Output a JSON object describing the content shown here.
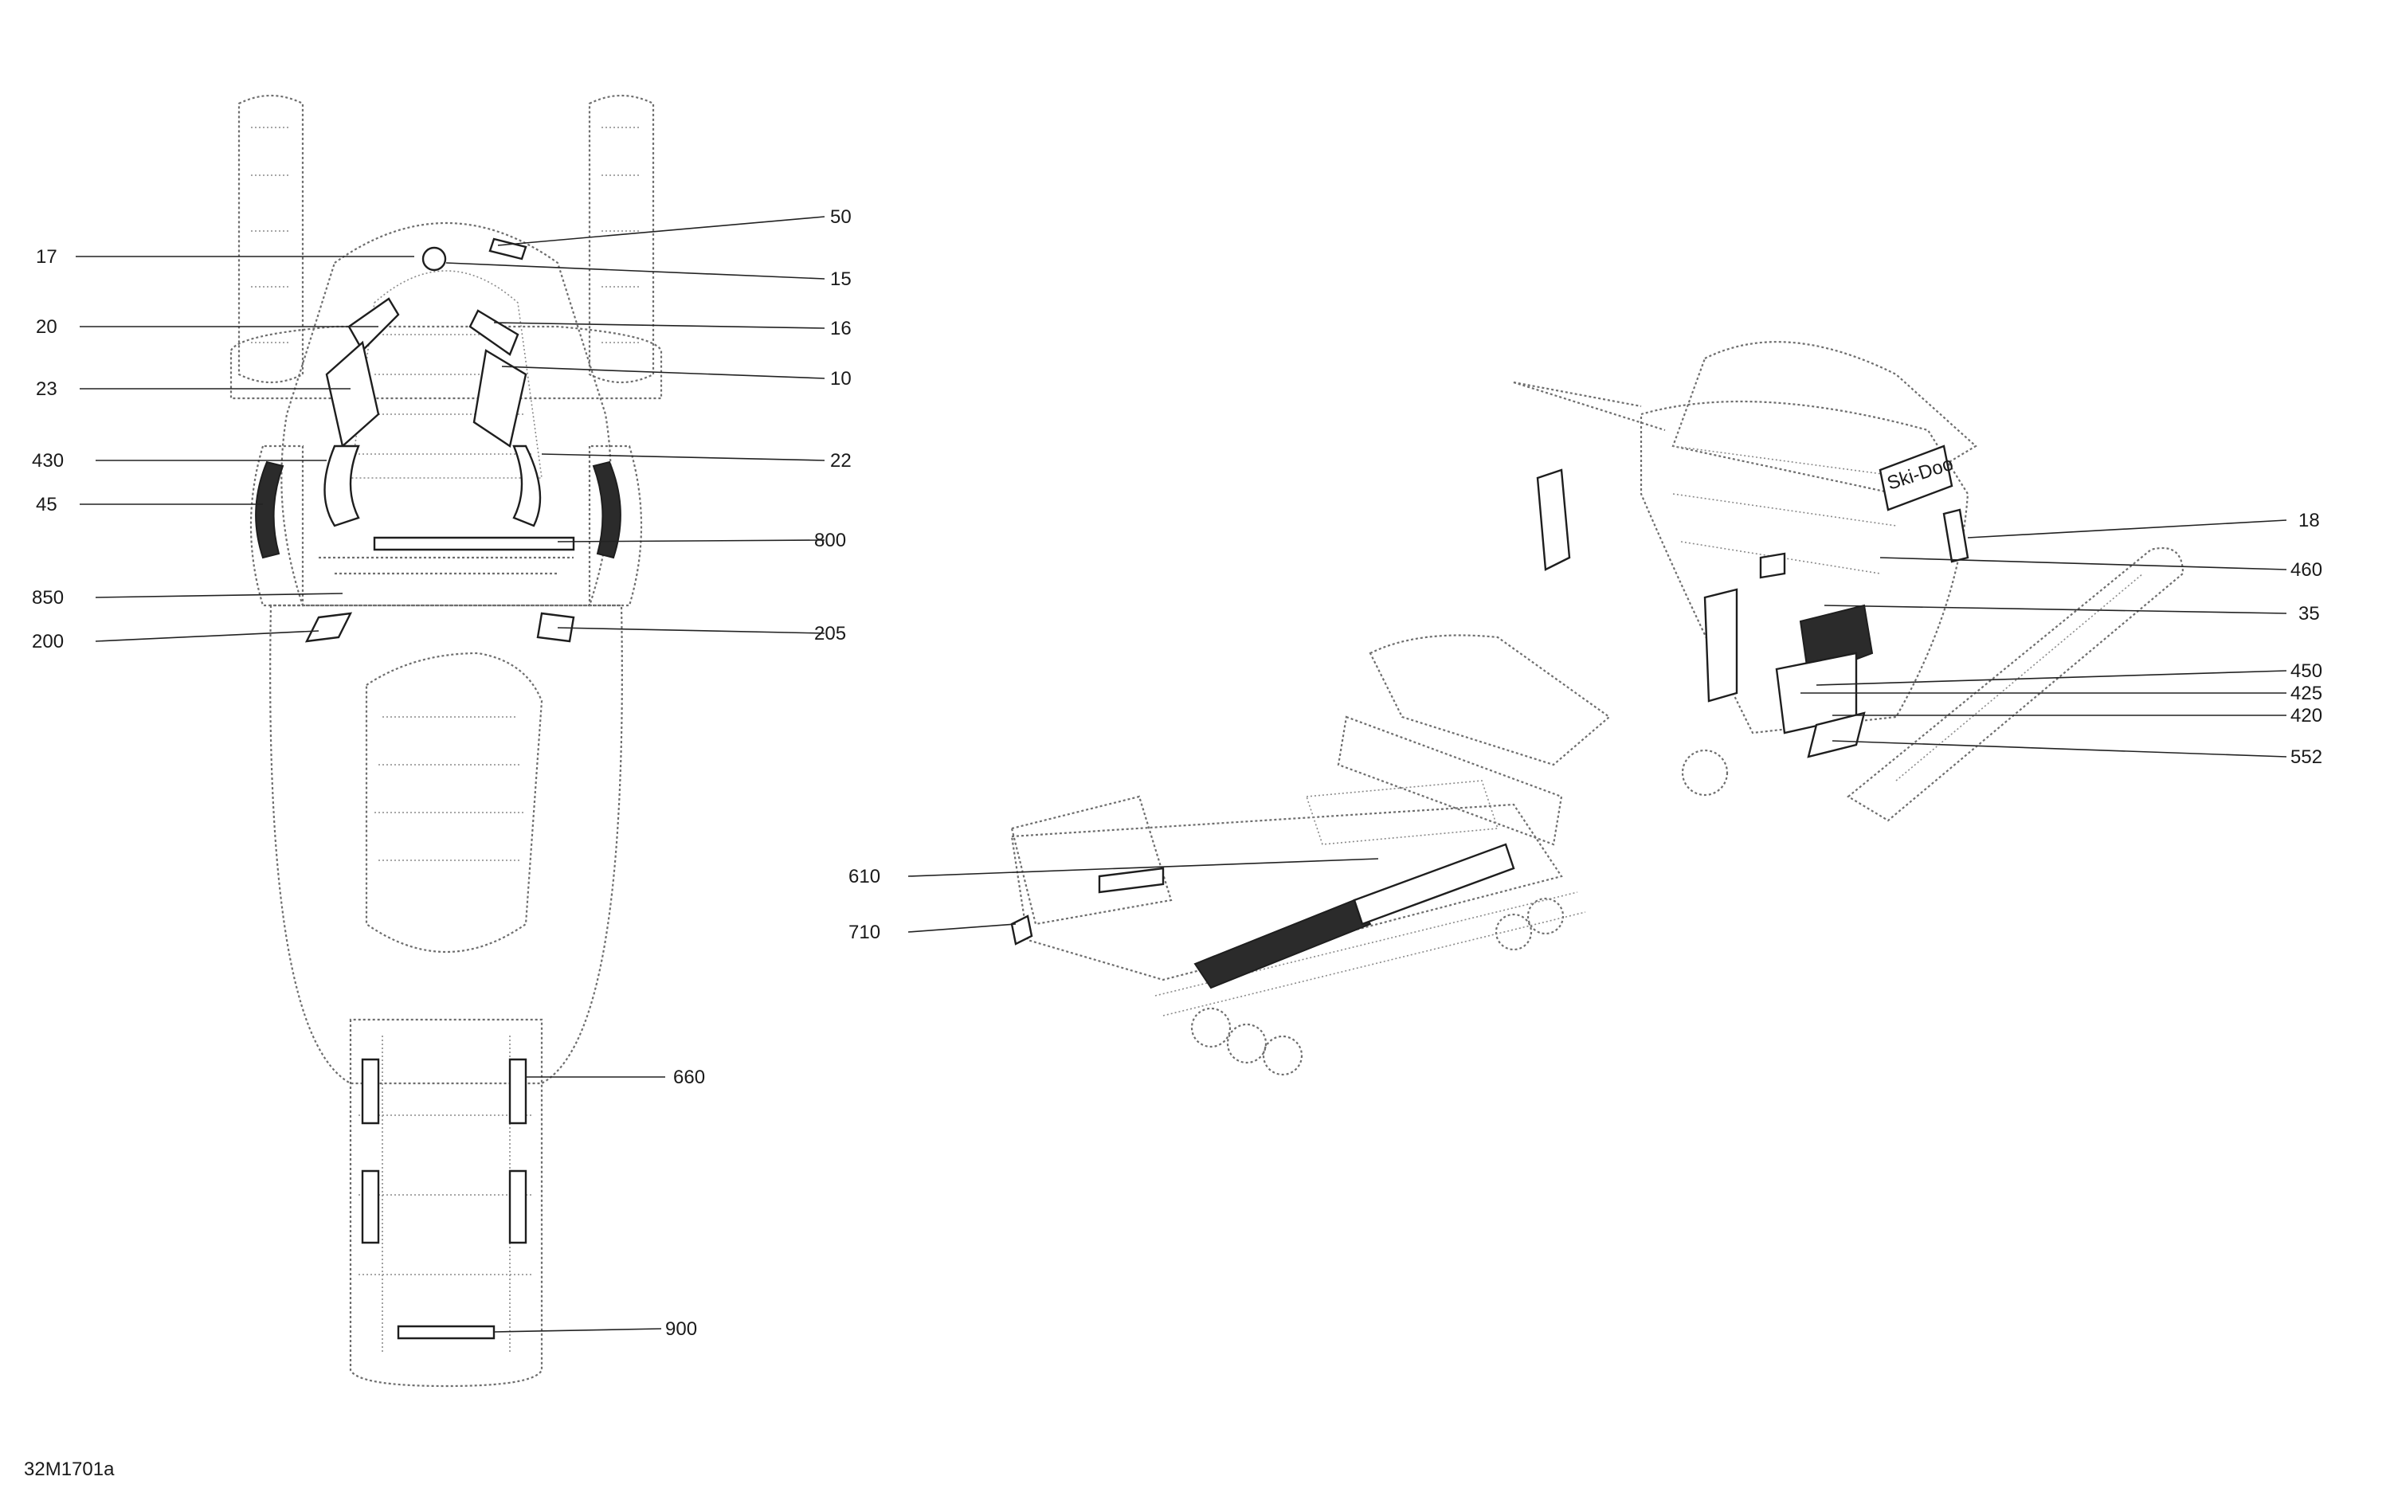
{
  "figure_ref": "32M1701a",
  "top_view": {
    "callouts_left": [
      "17",
      "20",
      "23",
      "430",
      "45",
      "850",
      "200"
    ],
    "callouts_right": [
      "50",
      "15",
      "16",
      "10",
      "22",
      "800",
      "205",
      "660",
      "900"
    ]
  },
  "side_view": {
    "callouts_left": [
      "610",
      "710"
    ],
    "callouts_right": [
      "18",
      "460",
      "35",
      "450",
      "425",
      "420",
      "552"
    ]
  },
  "colors": {
    "ink": "#1a1a1a",
    "sketch": "#6e6e6e",
    "background": "#ffffff"
  }
}
